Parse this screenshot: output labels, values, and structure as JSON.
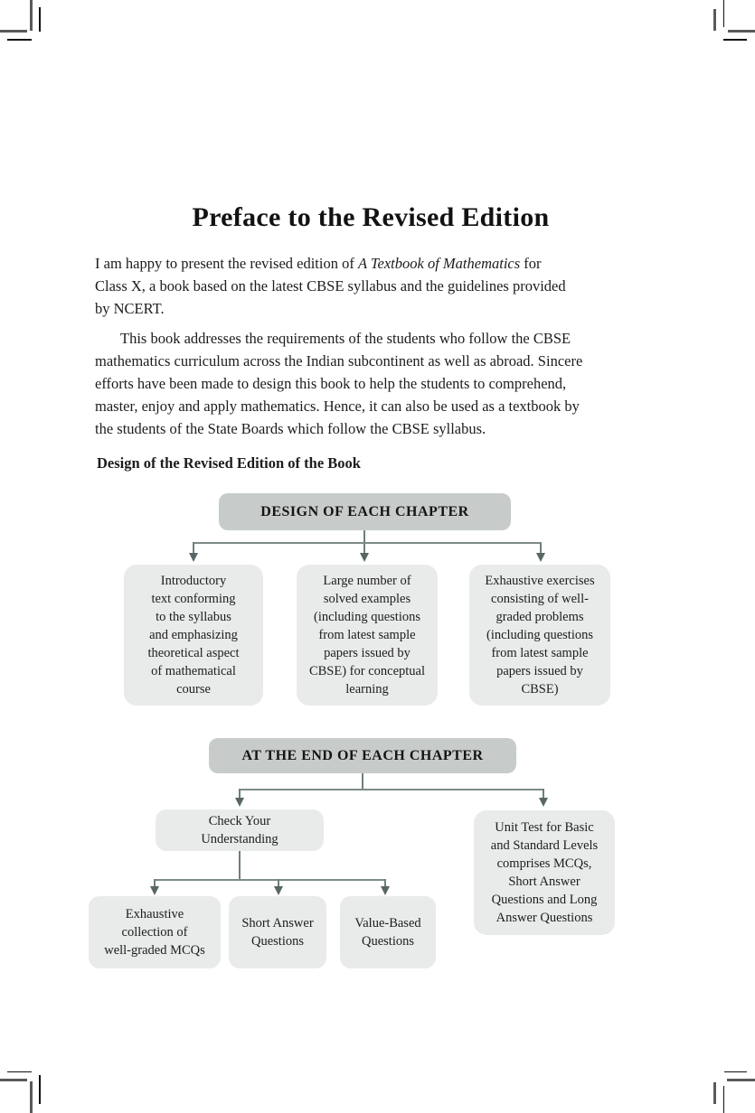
{
  "colors": {
    "header_box_fill": "#c7ccca",
    "content_box_fill": "#e9ebea",
    "connector_line": "#6f7f7d",
    "arrow": "#576765",
    "text": "#1c1c1c"
  },
  "document": {
    "title": "Preface to the Revised Edition",
    "paragraph1": {
      "line1_pre": "I am happy to present the revised edition of ",
      "line1_italic": "A Textbook of Mathematics",
      "line1_post": " for",
      "line2": "Class X, a book based on the latest CBSE syllabus and the guidelines provided",
      "line3": "by NCERT."
    },
    "paragraph2": "This book addresses the requirements of the students who follow the CBSE\nmathematics curriculum across the Indian subcontinent as well as abroad. Sincere\nefforts have been made to design this book to help the students to comprehend,\nmaster, enjoy and apply mathematics. Hence, it can also be used as a textbook by\nthe students of the State Boards which follow the CBSE syllabus.",
    "subheading": "Design of the Revised Edition of the Book"
  },
  "design_chart": {
    "header": "DESIGN OF EACH CHAPTER",
    "box_intro": "Introductory\ntext conforming\nto the syllabus\nand emphasizing\ntheoretical aspect\nof mathematical\ncourse",
    "box_examples": "Large number of\nsolved examples\n(including questions\nfrom latest sample\npapers issued by\nCBSE) for conceptual\nlearning",
    "box_exercises": "Exhaustive exercises\nconsisting of well-\ngraded problems\n(including questions\nfrom latest sample\npapers issued by\nCBSE)"
  },
  "end_chart": {
    "header": "AT THE END OF EACH CHAPTER",
    "box_check": "Check Your\nUnderstanding",
    "box_unit_test": "Unit Test for Basic\nand Standard Levels\ncomprises MCQs,\nShort Answer\nQuestions and Long\nAnswer Questions",
    "box_mcq": "Exhaustive\ncollection of\nwell-graded MCQs",
    "box_short_answer": "Short Answer\nQuestions",
    "box_value_based": "Value-Based\nQuestions"
  }
}
